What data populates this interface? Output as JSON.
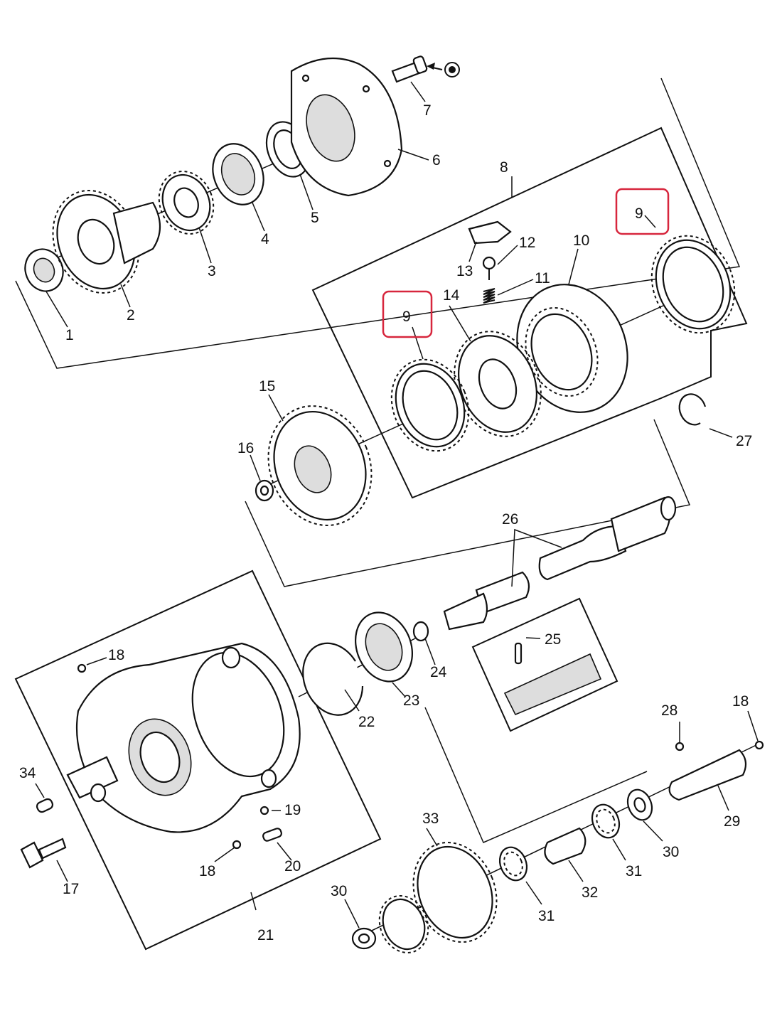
{
  "callouts": [
    {
      "id": "c1",
      "label": "1"
    },
    {
      "id": "c2",
      "label": "2"
    },
    {
      "id": "c3",
      "label": "3"
    },
    {
      "id": "c4",
      "label": "4"
    },
    {
      "id": "c5",
      "label": "5"
    },
    {
      "id": "c6",
      "label": "6"
    },
    {
      "id": "c7",
      "label": "7"
    },
    {
      "id": "c8",
      "label": "8"
    },
    {
      "id": "c9a",
      "label": "9",
      "highlighted": true
    },
    {
      "id": "c9b",
      "label": "9",
      "highlighted": true
    },
    {
      "id": "c10",
      "label": "10"
    },
    {
      "id": "c11",
      "label": "11"
    },
    {
      "id": "c12",
      "label": "12"
    },
    {
      "id": "c13",
      "label": "13"
    },
    {
      "id": "c14",
      "label": "14"
    },
    {
      "id": "c15",
      "label": "15"
    },
    {
      "id": "c16",
      "label": "16"
    },
    {
      "id": "c17",
      "label": "17"
    },
    {
      "id": "c18a",
      "label": "18"
    },
    {
      "id": "c18b",
      "label": "18"
    },
    {
      "id": "c18c",
      "label": "18"
    },
    {
      "id": "c19",
      "label": "19"
    },
    {
      "id": "c20",
      "label": "20"
    },
    {
      "id": "c21",
      "label": "21"
    },
    {
      "id": "c22",
      "label": "22"
    },
    {
      "id": "c23",
      "label": "23"
    },
    {
      "id": "c24",
      "label": "24"
    },
    {
      "id": "c25",
      "label": "25"
    },
    {
      "id": "c26",
      "label": "26"
    },
    {
      "id": "c27",
      "label": "27"
    },
    {
      "id": "c28",
      "label": "28"
    },
    {
      "id": "c29",
      "label": "29"
    },
    {
      "id": "c30a",
      "label": "30"
    },
    {
      "id": "c30b",
      "label": "30"
    },
    {
      "id": "c31a",
      "label": "31"
    },
    {
      "id": "c31b",
      "label": "31"
    },
    {
      "id": "c32",
      "label": "32"
    },
    {
      "id": "c33",
      "label": "33"
    },
    {
      "id": "c34",
      "label": "34"
    }
  ],
  "colors": {
    "line": "#111111",
    "highlight": "#d7263d",
    "background": "#ffffff"
  }
}
